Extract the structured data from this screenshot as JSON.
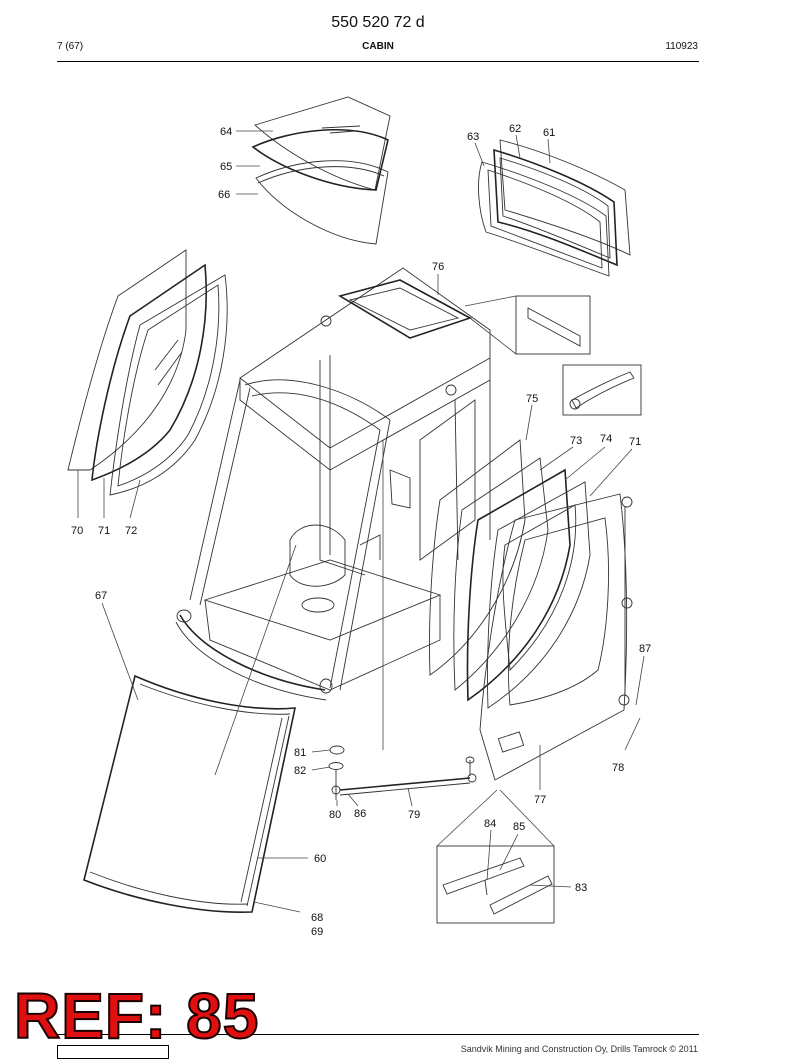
{
  "header": {
    "doc_number": "550 520 72 d",
    "page": "7 (67)",
    "section": "CABIN",
    "date_code": "110923"
  },
  "footer": {
    "copyright": "Sandvik Mining and Construction Oy, Drills Tamrock © 2011"
  },
  "ref_stamp": "REF: 85",
  "callouts": {
    "c60": "60",
    "c61": "61",
    "c62": "62",
    "c63": "63",
    "c64": "64",
    "c65": "65",
    "c66": "66",
    "c67": "67",
    "c68": "68",
    "c69": "69",
    "c70": "70",
    "c71a": "71",
    "c71b": "71",
    "c72": "72",
    "c73": "73",
    "c74": "74",
    "c75": "75",
    "c76": "76",
    "c77": "77",
    "c78": "78",
    "c79": "79",
    "c80": "80",
    "c81": "81",
    "c82": "82",
    "c83": "83",
    "c84": "84",
    "c85": "85",
    "c86": "86",
    "c87": "87"
  }
}
